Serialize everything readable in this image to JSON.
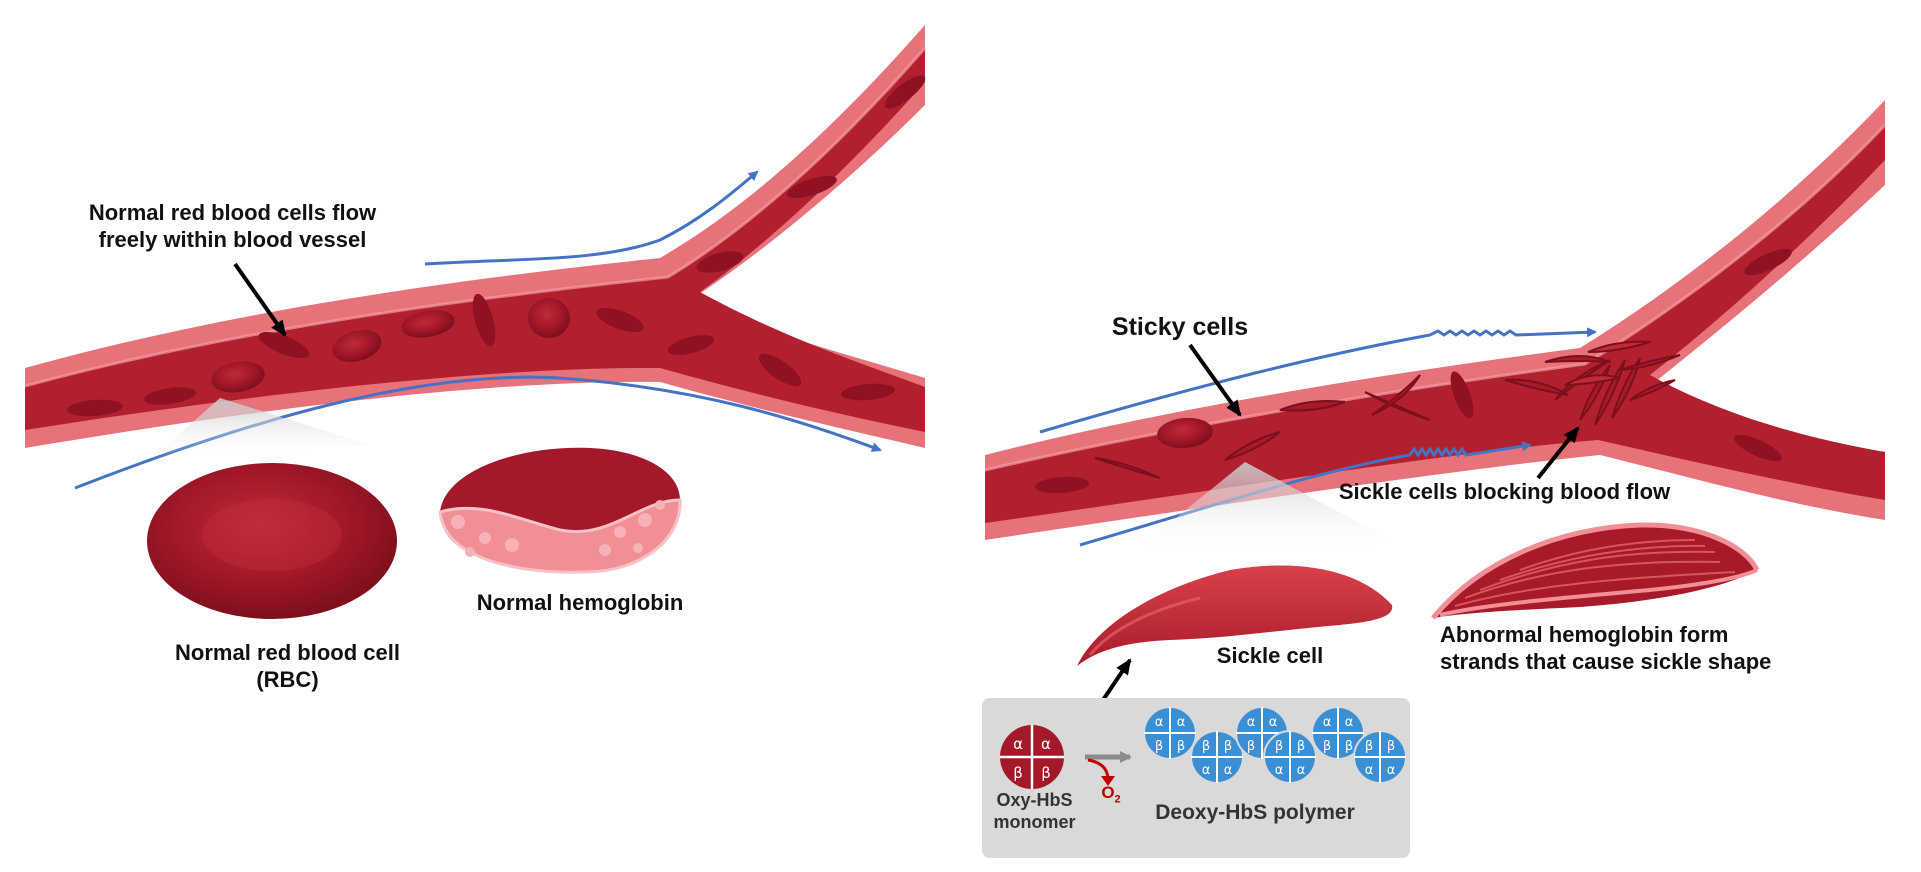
{
  "labels": {
    "normal_flow": [
      "Normal red blood cells flow",
      "freely within blood vessel"
    ],
    "normal_rbc": [
      "Normal red blood cell",
      "(RBC)"
    ],
    "normal_hemoglobin": "Normal hemoglobin",
    "sticky_cells": "Sticky cells",
    "sickle_blocking": "Sickle cells blocking blood flow",
    "sickle_cell": "Sickle cell",
    "abnormal_hemoglobin": [
      "Abnormal hemoglobin form",
      "strands that cause sickle shape"
    ]
  },
  "inset": {
    "monomer_name": [
      "Oxy-HbS",
      "monomer"
    ],
    "oxygen_label": "O",
    "oxygen_subscript": "2",
    "polymer_name": "Deoxy-HbS polymer",
    "subunits": [
      "α",
      "α",
      "β",
      "β"
    ]
  },
  "colors": {
    "vessel_wall": "#e8727a",
    "vessel_lumen": "#b01f2c",
    "rbc": "#a01624",
    "flow_arrow": "#4472c4",
    "label_arrow": "#000000",
    "inset_box": "#d9d9d9",
    "monomer": "#a3192a",
    "polymer": "#3b8fd4",
    "oxygen": "#c00000"
  }
}
